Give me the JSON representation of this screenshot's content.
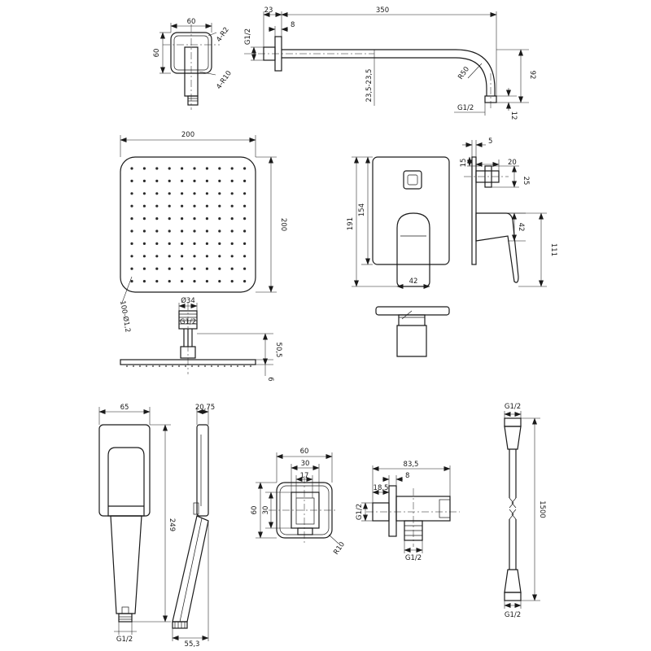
{
  "wall_mount": {
    "width": "60",
    "height": "60",
    "radius_corner": "4-R2",
    "radius_outer": "4-R10"
  },
  "shower_arm": {
    "thread_top": "G1/2",
    "offset": "23",
    "length": "350",
    "flange": "8",
    "height": "92",
    "bend_radius": "R50",
    "range": "23,5-23,5",
    "thread_bottom": "G1/2",
    "nozzle": "12"
  },
  "head_shower": {
    "width": "200",
    "height": "200",
    "nozzles": "100-Ø1,2",
    "connector_diameter": "Ø34",
    "thread": "G1/2",
    "total_height": "50,5",
    "thickness": "6"
  },
  "mixer": {
    "width": "5",
    "depth": "20",
    "handle_offset": "15",
    "valve": "25",
    "height_total": "191",
    "height_inner": "154",
    "handle_width": "42",
    "lever_height": "42",
    "side_height": "111"
  },
  "hand_shower": {
    "width": "65",
    "depth": "20,75",
    "length": "249",
    "thread": "G1/2",
    "side_width": "55,3"
  },
  "outlet_elbow": {
    "width": "60",
    "inner": "30",
    "bore": "17",
    "height": "60",
    "height_inner": "30",
    "radius": "R10",
    "length": "83,5",
    "flange": "8",
    "offset": "18,5",
    "thread_side": "G1/2",
    "thread_bottom": "G1/2"
  },
  "hose": {
    "thread_top": "G1/2",
    "length": "1500",
    "thread_bottom": "G1/2"
  }
}
